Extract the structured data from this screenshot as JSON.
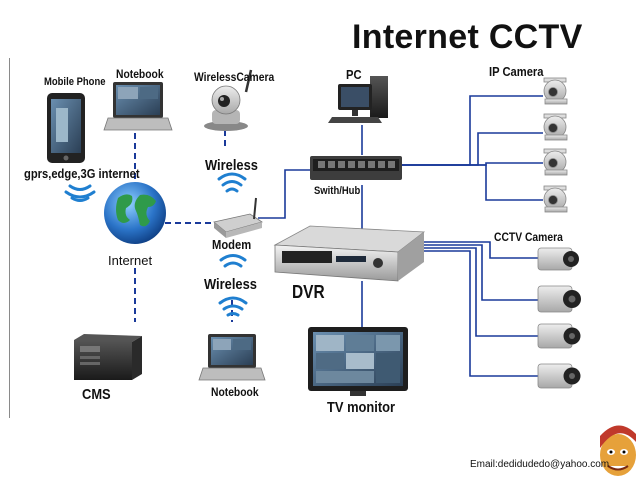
{
  "title": "Internet CCTV",
  "email": "Email:dedidudedo@yahoo.com",
  "labels": {
    "mobile_phone": "Mobile Phone",
    "notebook_top": "Notebook",
    "wireless_camera": "WirelessCamera",
    "pc": "PC",
    "ip_camera": "IP Camera",
    "gprs": "gprs,edge,3G internet",
    "wireless_top": "Wireless",
    "switch_hub": "Swith/Hub",
    "internet": "Internet",
    "modem": "Modem",
    "cctv_camera": "CCTV Camera",
    "wireless_bottom": "Wireless",
    "dvr": "DVR",
    "cms": "CMS",
    "notebook_bottom": "Notebook",
    "tv_monitor": "TV monitor"
  },
  "icons": [
    "mobile-phone-icon",
    "notebook-icon",
    "wireless-camera-icon",
    "pc-icon",
    "ip-camera-icon",
    "switch-hub-icon",
    "globe-icon",
    "modem-icon",
    "dvr-icon",
    "cctv-camera-icon",
    "cms-server-icon",
    "tv-monitor-icon",
    "wifi-signal-icon",
    "mascot-logo-icon"
  ],
  "colors": {
    "link_line": "#1a3a9a",
    "title": "#111111"
  }
}
